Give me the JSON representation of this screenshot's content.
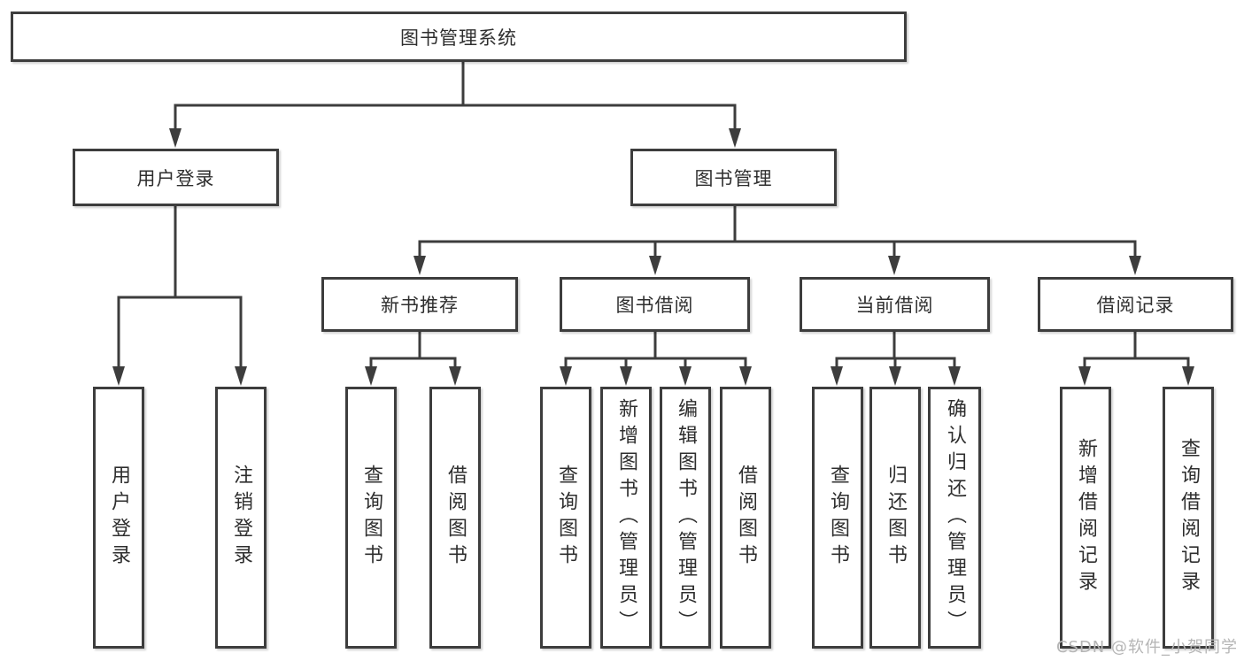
{
  "diagram_title": "图书管理系统",
  "tree": {
    "root": {
      "label": "图书管理系统"
    },
    "branches": [
      {
        "label": "用户登录",
        "children": [
          {
            "label": "用户登录"
          },
          {
            "label": "注销登录"
          }
        ]
      },
      {
        "label": "图书管理",
        "children": [
          {
            "label": "新书推荐",
            "children": [
              {
                "label": "查询图书"
              },
              {
                "label": "借阅图书"
              }
            ]
          },
          {
            "label": "图书借阅",
            "children": [
              {
                "label": "查询图书"
              },
              {
                "label": "新增图书（管理员）"
              },
              {
                "label": "编辑图书（管理员）"
              },
              {
                "label": "借阅图书"
              }
            ]
          },
          {
            "label": "当前借阅",
            "children": [
              {
                "label": "查询图书"
              },
              {
                "label": "归还图书"
              },
              {
                "label": "确认归还（管理员）"
              }
            ]
          },
          {
            "label": "借阅记录",
            "children": [
              {
                "label": "新增借阅记录"
              },
              {
                "label": "查询借阅记录"
              }
            ]
          }
        ]
      }
    ]
  },
  "watermark": {
    "text": "CSDN @软件_小贺同学"
  },
  "colors": {
    "line": "#3d3d3d",
    "box_border": "#3d3d3d",
    "text": "#2e2e2e",
    "watermark": "#b5b5b5",
    "background": "#ffffff"
  }
}
